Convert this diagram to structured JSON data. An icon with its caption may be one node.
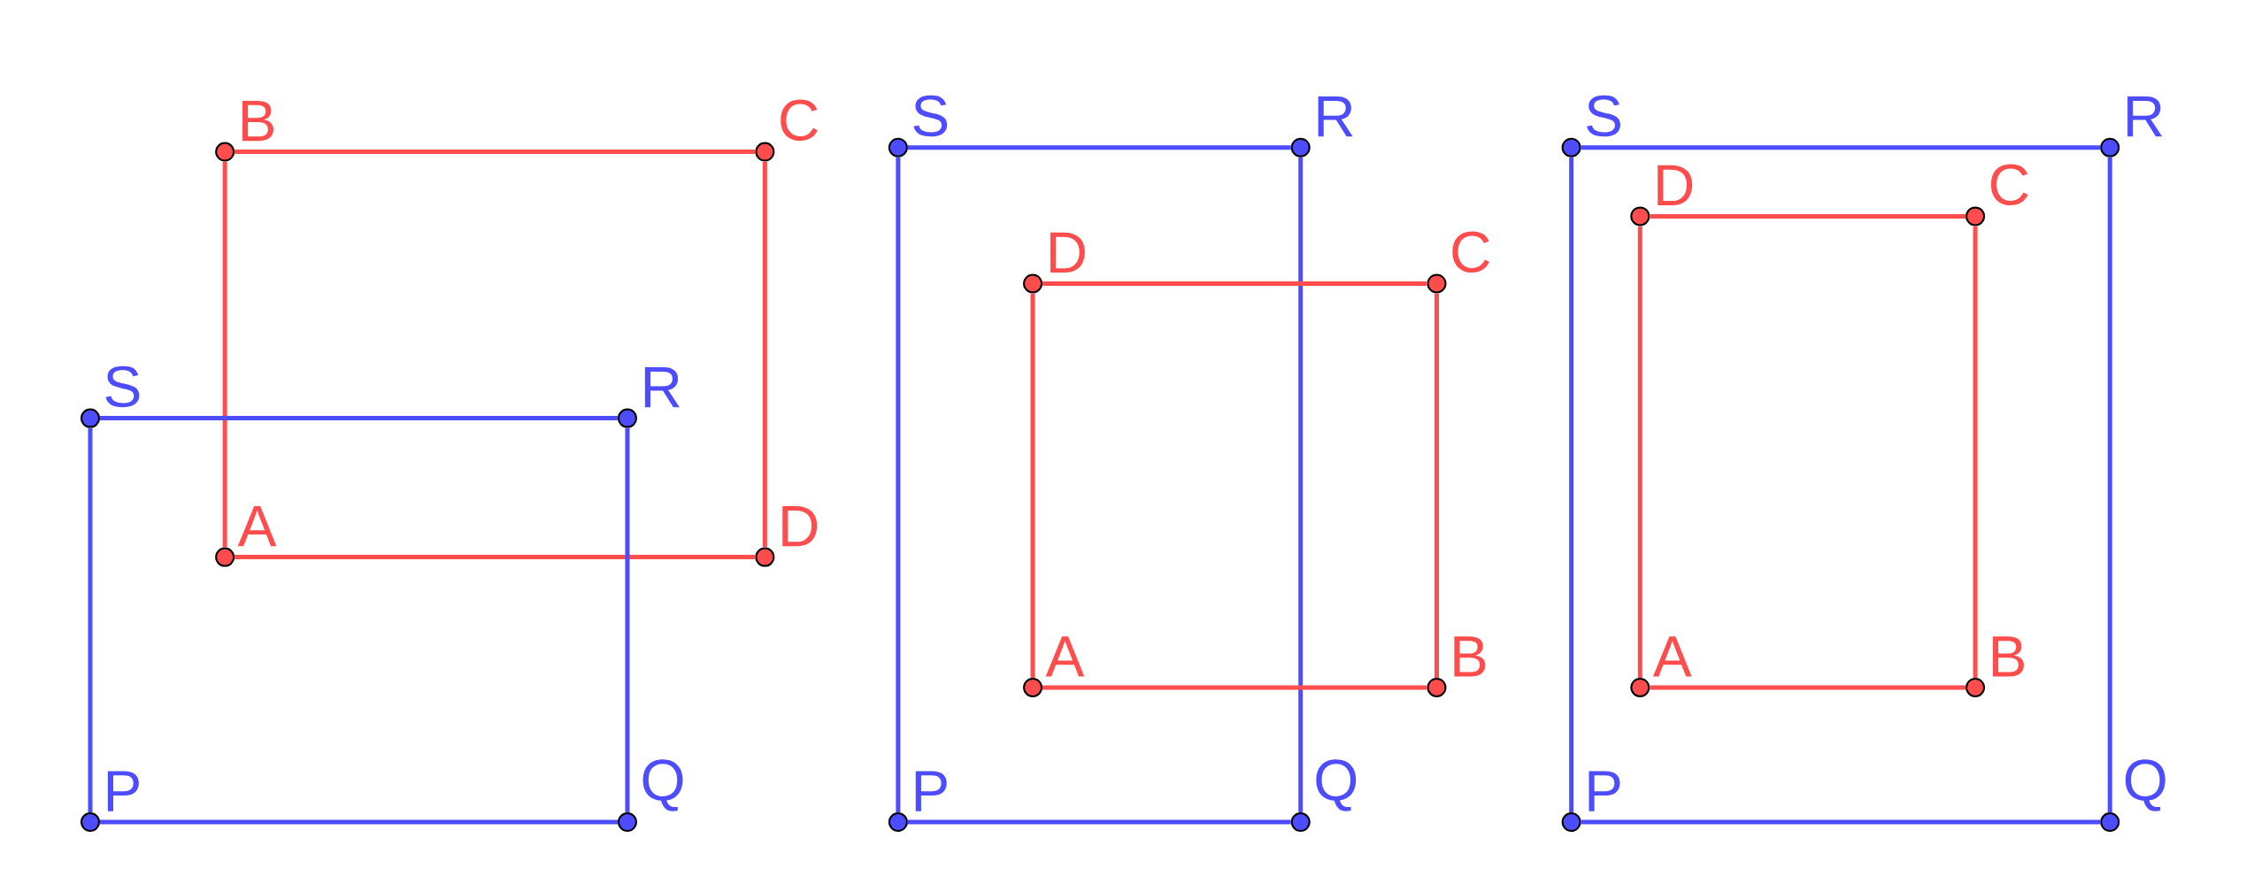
{
  "diagram": {
    "nodes": [
      {
        "text": [],
        "shape": "circle",
        "beside": [
          "B"
        ]
      },
      {
        "text": [],
        "shape": "circle",
        "beside": [
          "C"
        ]
      },
      {
        "text": [],
        "shape": "circle",
        "beside": [
          "A"
        ]
      },
      {
        "text": [],
        "shape": "circle",
        "beside": [
          "D"
        ]
      },
      {
        "text": [],
        "shape": "circle",
        "beside": [
          "S"
        ]
      },
      {
        "text": [],
        "shape": "circle",
        "beside": [
          "R"
        ]
      },
      {
        "text": [],
        "shape": "circle",
        "beside": [
          "P"
        ]
      },
      {
        "text": [],
        "shape": "circle",
        "beside": [
          "Q"
        ]
      },
      {
        "text": [],
        "shape": "circle",
        "beside": [
          "S"
        ]
      },
      {
        "text": [],
        "shape": "circle",
        "beside": [
          "R"
        ]
      },
      {
        "text": [],
        "shape": "circle",
        "beside": [
          "D"
        ]
      },
      {
        "text": [],
        "shape": "circle",
        "beside": [
          "C"
        ]
      },
      {
        "text": [],
        "shape": "circle",
        "beside": [
          "A"
        ]
      },
      {
        "text": [],
        "shape": "circle",
        "beside": [
          "B"
        ]
      },
      {
        "text": [],
        "shape": "circle",
        "beside": [
          "P"
        ]
      },
      {
        "text": [],
        "shape": "circle",
        "beside": [
          "Q"
        ]
      },
      {
        "text": [],
        "shape": "circle",
        "beside": [
          "S"
        ]
      },
      {
        "text": [],
        "shape": "circle",
        "beside": [
          "R"
        ]
      },
      {
        "text": [],
        "shape": "circle",
        "beside": [
          "D"
        ]
      },
      {
        "text": [],
        "shape": "circle",
        "beside": [
          "C"
        ]
      },
      {
        "text": [],
        "shape": "circle",
        "beside": [
          "A"
        ]
      },
      {
        "text": [],
        "shape": "circle",
        "beside": [
          "B"
        ]
      },
      {
        "text": [],
        "shape": "circle",
        "beside": [
          "P"
        ]
      },
      {
        "text": [],
        "shape": "circle",
        "beside": [
          "Q"
        ]
      }
    ],
    "edges": [
      {
        "from": 0,
        "to": 1,
        "arrow": "none",
        "color": "#ff4d4d"
      },
      {
        "from": 1,
        "to": 3,
        "arrow": "none",
        "color": "#ff4d4d"
      },
      {
        "from": 3,
        "to": 2,
        "arrow": "none",
        "color": "#ff4d4d"
      },
      {
        "from": 2,
        "to": 0,
        "arrow": "none",
        "color": "#ff4d4d"
      },
      {
        "from": 4,
        "to": 5,
        "arrow": "none",
        "color": "#4d4dff"
      },
      {
        "from": 5,
        "to": 7,
        "arrow": "none",
        "color": "#4d4dff"
      },
      {
        "from": 7,
        "to": 6,
        "arrow": "none",
        "color": "#4d4dff"
      },
      {
        "from": 6,
        "to": 4,
        "arrow": "none",
        "color": "#4d4dff"
      },
      {
        "from": 8,
        "to": 9,
        "arrow": "none",
        "color": "#4d4dff"
      },
      {
        "from": 9,
        "to": 15,
        "arrow": "none",
        "color": "#4d4dff"
      },
      {
        "from": 15,
        "to": 14,
        "arrow": "none",
        "color": "#4d4dff"
      },
      {
        "from": 14,
        "to": 8,
        "arrow": "none",
        "color": "#4d4dff"
      },
      {
        "from": 10,
        "to": 11,
        "arrow": "none",
        "color": "#ff4d4d"
      },
      {
        "from": 11,
        "to": 13,
        "arrow": "none",
        "color": "#ff4d4d"
      },
      {
        "from": 13,
        "to": 12,
        "arrow": "none",
        "color": "#ff4d4d"
      },
      {
        "from": 12,
        "to": 10,
        "arrow": "none",
        "color": "#ff4d4d"
      },
      {
        "from": 16,
        "to": 17,
        "arrow": "none",
        "color": "#4d4dff"
      },
      {
        "from": 17,
        "to": 23,
        "arrow": "none",
        "color": "#4d4dff"
      },
      {
        "from": 23,
        "to": 22,
        "arrow": "none",
        "color": "#4d4dff"
      },
      {
        "from": 22,
        "to": 16,
        "arrow": "none",
        "color": "#4d4dff"
      },
      {
        "from": 18,
        "to": 19,
        "arrow": "none",
        "color": "#ff4d4d"
      },
      {
        "from": 19,
        "to": 21,
        "arrow": "none",
        "color": "#ff4d4d"
      },
      {
        "from": 21,
        "to": 20,
        "arrow": "none",
        "color": "#ff4d4d"
      },
      {
        "from": 20,
        "to": 18,
        "arrow": "none",
        "color": "#ff4d4d"
      }
    ]
  }
}
